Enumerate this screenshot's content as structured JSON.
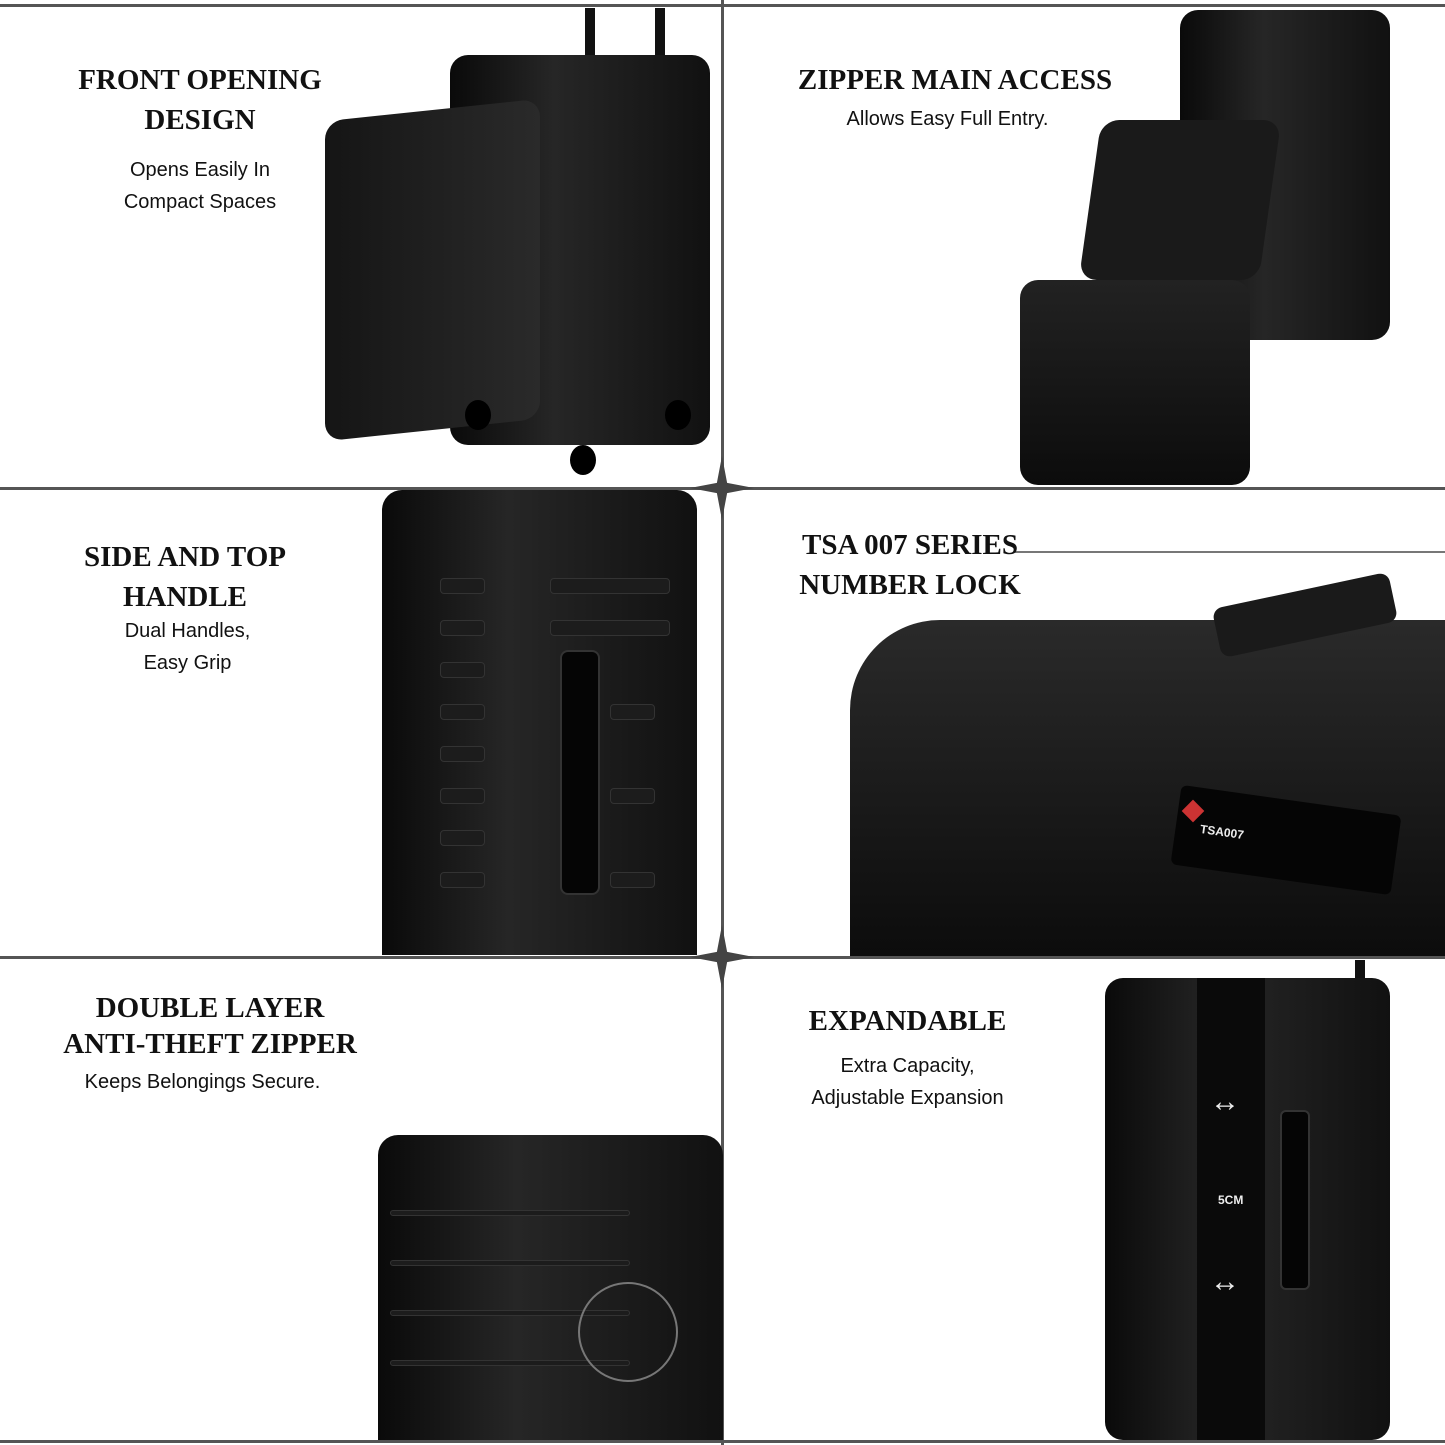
{
  "panels": [
    {
      "title": "FRONT OPENING\nDESIGN",
      "subtitle": "Opens Easily In\nCompact Spaces"
    },
    {
      "title": "ZIPPER MAIN ACCESS",
      "subtitle": "Allows Easy Full Entry."
    },
    {
      "title": "SIDE AND TOP\nHANDLE",
      "subtitle": "Dual Handles,\nEasy Grip"
    },
    {
      "title": "TSA 007 SERIES\nNUMBER LOCK",
      "subtitle": ""
    },
    {
      "title": "DOUBLE LAYER\nANTI-THEFT ZIPPER",
      "subtitle": "Keeps Belongings Secure."
    },
    {
      "title": "EXPANDABLE",
      "subtitle": "Extra Capacity,\nAdjustable Expansion"
    }
  ],
  "lock_label": "TSA007",
  "expansion_label": "5CM",
  "colors": {
    "grid": "#555555",
    "suitcase": "#111111"
  }
}
